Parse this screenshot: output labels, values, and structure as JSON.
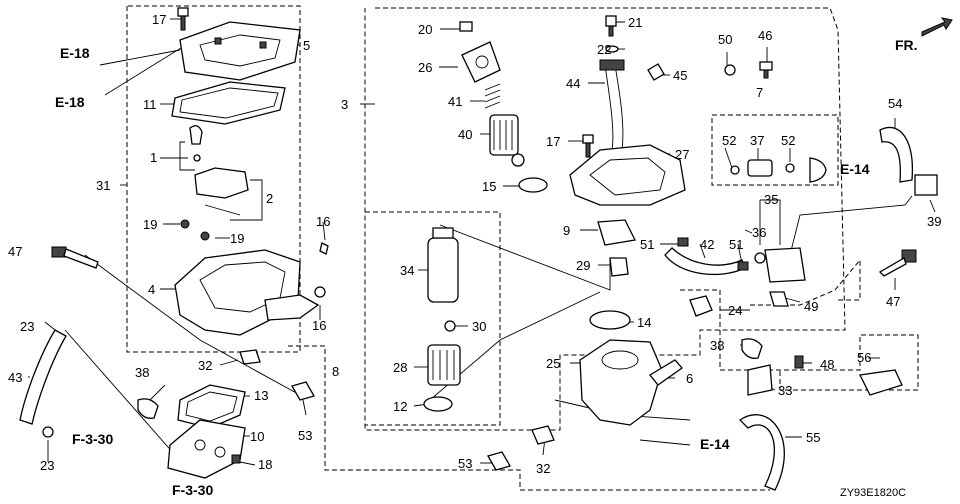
{
  "diagram_code": "ZY93E1820C",
  "refs": {
    "e18_top": "E-18",
    "e18_bottom": "E-18",
    "e14_right": "E-14",
    "e14_bottom": "E-14",
    "f330_left": "F-3-30",
    "f330_bottom": "F-3-30",
    "front": "FR."
  },
  "callouts": {
    "c17a": "17",
    "c5": "5",
    "c11": "11",
    "c1": "1",
    "c31": "31",
    "c2": "2",
    "c19a": "19",
    "c19b": "19",
    "c16a": "16",
    "c16b": "16",
    "c4": "4",
    "c47a": "47",
    "c23a": "23",
    "c43": "43",
    "c23b": "23",
    "c32a": "32",
    "c38a": "38",
    "c13": "13",
    "c53a": "53",
    "c10": "10",
    "c18": "18",
    "c3": "3",
    "c8": "8",
    "c20": "20",
    "c26": "26",
    "c41": "41",
    "c40": "40",
    "c15": "15",
    "c34": "34",
    "c30": "30",
    "c28": "28",
    "c12": "12",
    "c21": "21",
    "c22": "22",
    "c44": "44",
    "c45": "45",
    "c17b": "17",
    "c27": "27",
    "c9": "9",
    "c29": "29",
    "c51a": "51",
    "c42": "42",
    "c51b": "51",
    "c36": "36",
    "c35": "35",
    "c50": "50",
    "c46": "46",
    "c7": "7",
    "c52a": "52",
    "c37": "37",
    "c52b": "52",
    "c54": "54",
    "c39": "39",
    "c47b": "47",
    "c49": "49",
    "c24": "24",
    "c38b": "38",
    "c33": "33",
    "c48": "48",
    "c56": "56",
    "c55": "55",
    "c14": "14",
    "c25": "25",
    "c6": "6",
    "c32b": "32",
    "c53b": "53"
  }
}
